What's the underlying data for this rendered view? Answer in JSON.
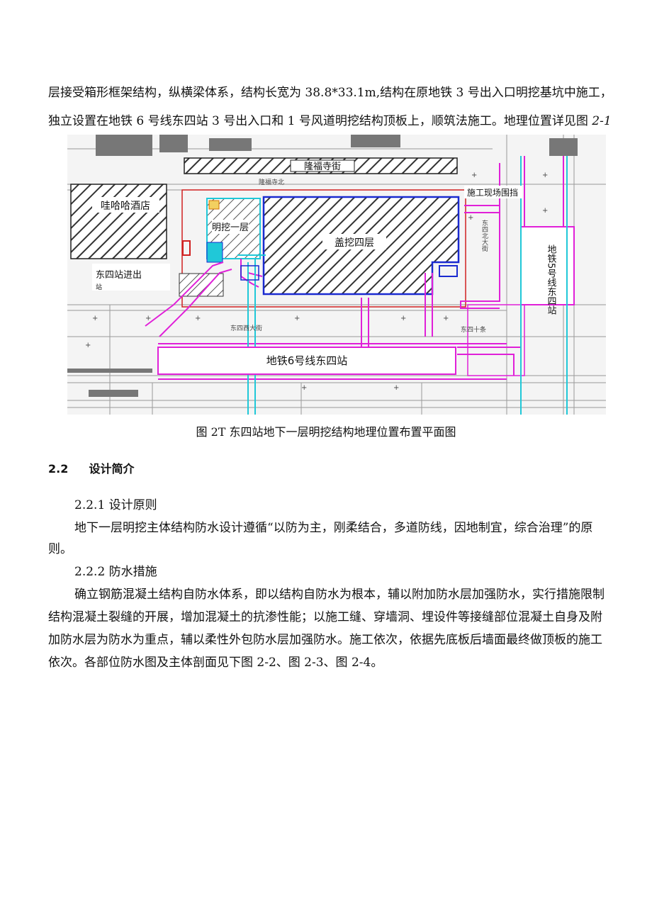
{
  "intro": {
    "line1": "层接受箱形框架结构，纵横梁体系，结构长宽为 38.8*33.1m,结构在原地铁 3 号出入口明挖基坑中施工，",
    "line2_main": "独立设置在地铁 6 号线东四站 3 号出入口和 1 号风道明挖结构顶板上，顺筑法施工。地理位置详见图",
    "line2_ref": "2-1"
  },
  "figure": {
    "labels": {
      "hotel": "哇哈哈酒店",
      "exit": "东四站进出",
      "exit2": "站",
      "open_cut": "明挖一层",
      "cover_cut": "盖挖四层",
      "station": "地铁6号线东四站",
      "site_fence": "施工现场围挡",
      "top_road": "隆福寺街",
      "road_small": "隆福寺北",
      "street_s1": "东四西大街",
      "street_s2": "东四十条",
      "right_station": "地铁5号线东四站",
      "vertical_road": "东四北大街"
    },
    "colors": {
      "magenta": "#e020d8",
      "cyan": "#20c8d8",
      "blue": "#1a2ad0",
      "red": "#d02020",
      "gray": "#555555"
    }
  },
  "caption": "图 2T 东四站地下一层明挖结构地理位置布置平面图",
  "section": {
    "number": "2.2",
    "title": "设计简介"
  },
  "sub1": {
    "title": "2.2.1 设计原则",
    "line1": "地下一层明挖主体结构防水设计遵循“以防为主，刚柔结合，多道防线，因地制宜，综合治理”的原",
    "line2": "则。"
  },
  "sub2": {
    "title": "2.2.2 防水措施",
    "line1": "确立钢筋混凝土结构自防水体系，即以结构自防水为根本，辅以附加防水层加强防水，实行措施限制",
    "line2": "结构混凝土裂缝的开展，增加混凝土的抗渗性能；以施工缝、穿墙洞、埋设件等接缝部位混凝土自身及附",
    "line3": "加防水层为防水为重点，辅以柔性外包防水层加强防水。施工依次，依据先底板后墙面最终做顶板的施工",
    "line4": "依次。各部位防水图及主体剖面见下图 2-2、图 2-3、图 2-4。"
  }
}
